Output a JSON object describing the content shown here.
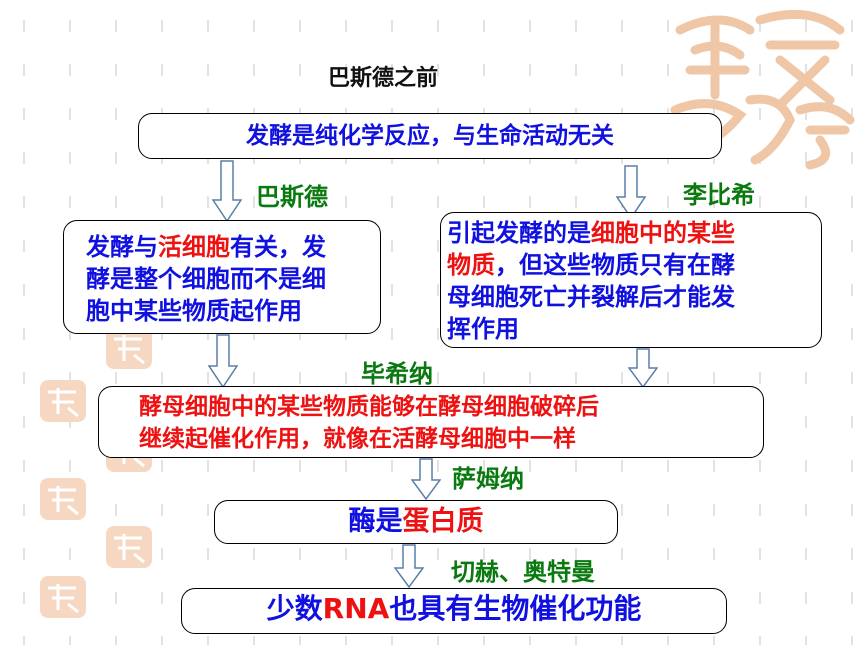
{
  "title": "巴斯德之前",
  "box_top": "发酵是纯化学反应，与生命活动无关",
  "label_pasteur": "巴斯德",
  "label_liebig": "李比希",
  "box_left": {
    "line1_a": "发酵与",
    "line1_b": "活细胞",
    "line1_c": "有关，发",
    "line2": "酵是整个细胞而不是细",
    "line3": "胞中某些物质起作用"
  },
  "box_right": {
    "line1_a": "引起发酵的是",
    "line1_b": "细胞中的某些",
    "line2_a": "物质",
    "line2_b": "，但这些物质只有在酵",
    "line3": "母细胞死亡并裂解后才能发",
    "line4": "挥作用"
  },
  "label_buchner": "毕希纳",
  "box_middle": {
    "line1": "酵母细胞中的某些物质能够在酵母细胞破碎后",
    "line2": "继续起催化作用，就像在活酵母细胞中一样"
  },
  "label_sumner": "萨姆纳",
  "box_enzyme": {
    "part_a": "酶是",
    "part_b": "蛋白质"
  },
  "label_cech_altman": "切赫、奥特曼",
  "box_rna": {
    "part_a": "少数",
    "part_b": "RNA",
    "part_c": "也具有生物催化功能"
  },
  "colors": {
    "blue_text": "#1010e0",
    "red_text": "#ee1111",
    "green_label": "#0a7a10",
    "arrow_fill": "#ffffff",
    "arrow_stroke": "#5a7fa8",
    "decoration": "#f0c7a6"
  }
}
